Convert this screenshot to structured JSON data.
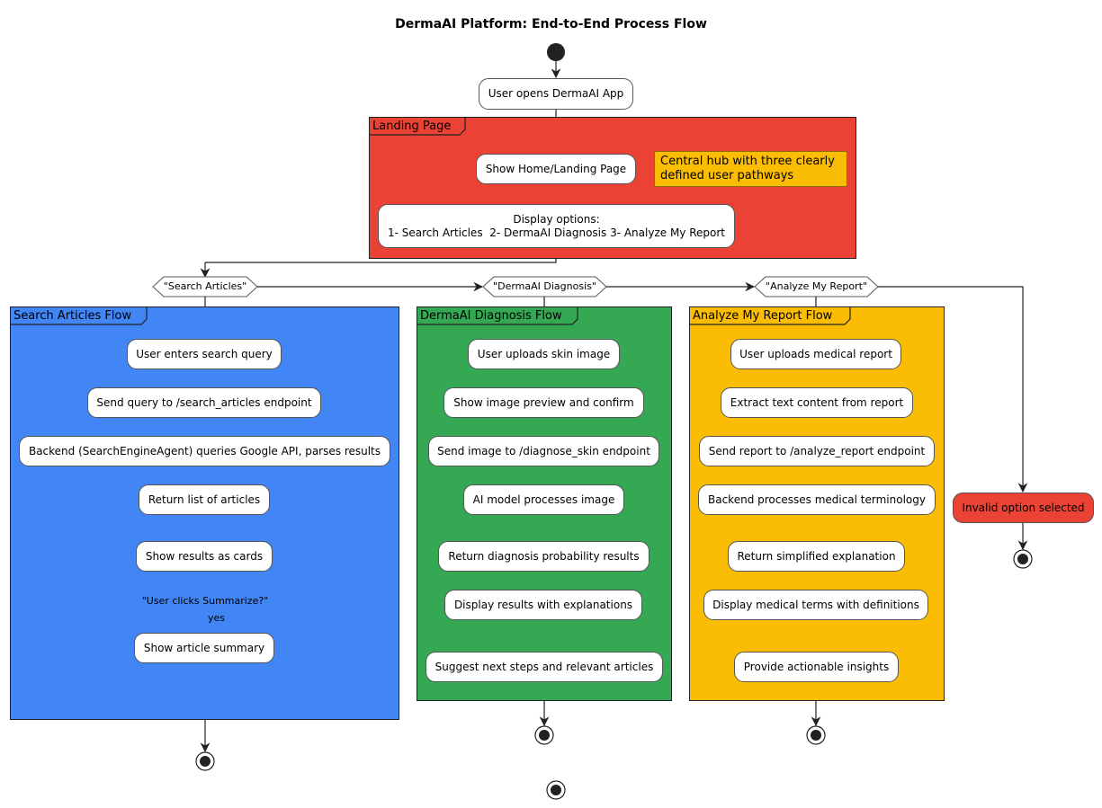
{
  "title": "DermaAI Platform: End-to-End Process Flow",
  "colors": {
    "landing": "#EA4335",
    "search": "#4285F4",
    "diagnosis": "#34A853",
    "report": "#FBBC04",
    "note": "#FBBC04",
    "error": "#EA4335"
  },
  "groups": {
    "landing": "Landing Page",
    "search": "Search Articles Flow",
    "diagnosis": "DermaAI Diagnosis Flow",
    "report": "Analyze My Report Flow"
  },
  "nodes": {
    "open_app": "User opens DermaAI App",
    "show_home": "Show Home/Landing Page",
    "display_options": "Display options:\n1- Search Articles  2- DermaAI Diagnosis 3- Analyze My Report",
    "s1": "User enters search query",
    "s2": "Send query to /search_articles endpoint",
    "s3": "Backend (SearchEngineAgent) queries Google API, parses results",
    "s4": "Return list of articles",
    "s5": "Show results as cards",
    "s6": "Show article summary",
    "d1": "User uploads skin image",
    "d2": "Show image preview and confirm",
    "d3": "Send image to /diagnose_skin endpoint",
    "d4": "AI model processes image",
    "d5": "Return diagnosis probability results",
    "d6": "Display results with explanations",
    "d7": "Suggest next steps and relevant articles",
    "r1": "User uploads medical report",
    "r2": "Extract text content from report",
    "r3": "Send report to /analyze_report endpoint",
    "r4": "Backend processes medical terminology",
    "r5": "Return simplified explanation",
    "r6": "Display medical terms with definitions",
    "r7": "Provide actionable insights",
    "invalid": "Invalid option selected"
  },
  "note": "Central hub with three clearly\ndefined user pathways",
  "decisions": {
    "search": "\"Search Articles\"",
    "diagnosis": "\"DermaAI Diagnosis\"",
    "report": "\"Analyze My Report\"",
    "summarize": "\"User clicks Summarize?\""
  },
  "edge_labels": {
    "yes": "yes"
  }
}
